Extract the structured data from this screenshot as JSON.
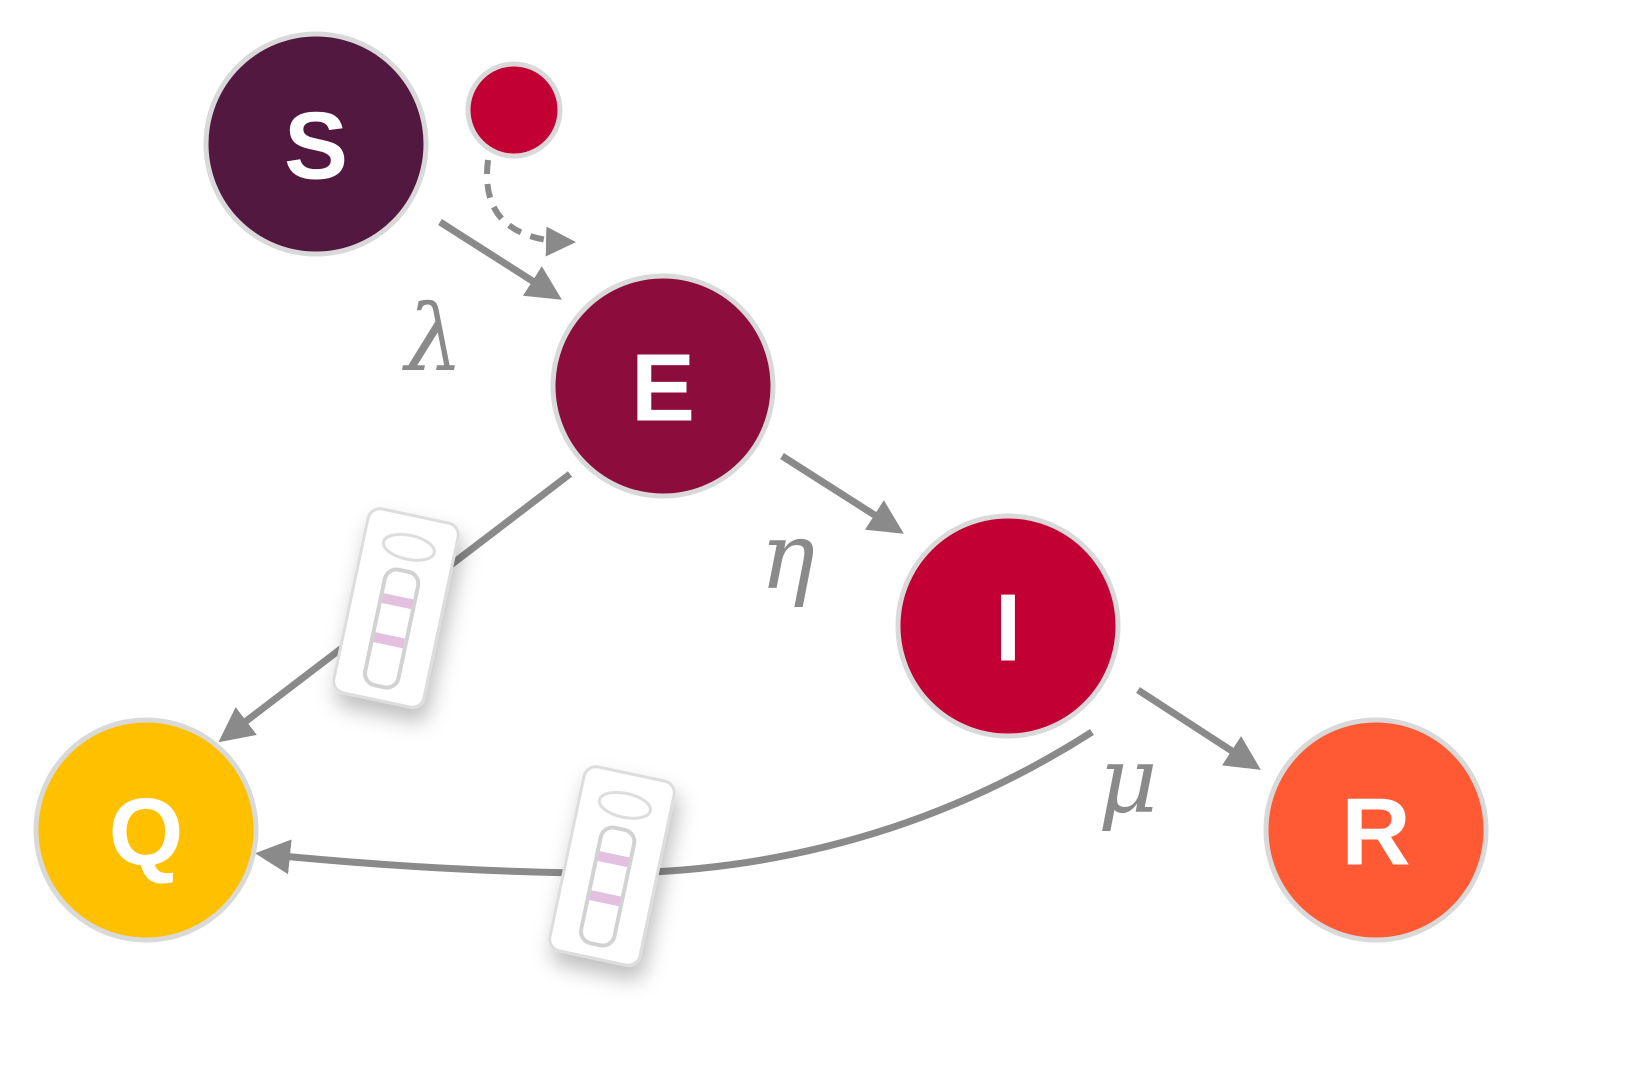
{
  "diagram": {
    "nodes": {
      "s": {
        "label": "S",
        "color": "#531840"
      },
      "e": {
        "label": "E",
        "color": "#8C0C3C"
      },
      "i": {
        "label": "I",
        "color": "#C20033"
      },
      "q": {
        "label": "Q",
        "color": "#FFC000"
      },
      "r": {
        "label": "R",
        "color": "#FF5A33"
      },
      "infectious_contact": {
        "color": "#C20033"
      }
    },
    "rates": {
      "s_to_e": "λ",
      "e_to_i": "η",
      "i_to_r": "μ"
    },
    "edge_color": "#8a8a8a",
    "node_border_color": "#d9d9d9",
    "test_icon": {
      "name": "rapid-test-icon",
      "band_color": "#e3bfe0"
    }
  }
}
